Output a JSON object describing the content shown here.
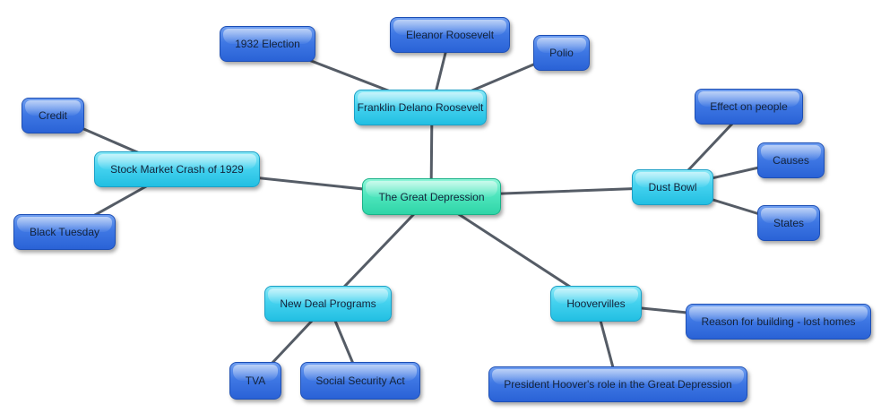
{
  "center": {
    "label": "The Great Depression"
  },
  "branches": {
    "fdr": {
      "label": "Franklin Delano Roosevelt"
    },
    "stock_market": {
      "label": "Stock Market Crash of 1929"
    },
    "dust_bowl": {
      "label": "Dust Bowl"
    },
    "new_deal": {
      "label": "New Deal Programs"
    },
    "hoovervilles": {
      "label": "Hoovervilles"
    }
  },
  "leaves": {
    "election_1932": {
      "label": "1932 Election"
    },
    "eleanor": {
      "label": "Eleanor Roosevelt"
    },
    "polio": {
      "label": "Polio"
    },
    "credit": {
      "label": "Credit"
    },
    "black_tuesday": {
      "label": "Black Tuesday"
    },
    "effect_on_people": {
      "label": "Effect on people"
    },
    "causes": {
      "label": "Causes"
    },
    "states": {
      "label": "States"
    },
    "tva": {
      "label": "TVA"
    },
    "social_security": {
      "label": "Social Security Act"
    },
    "reason_for_building": {
      "label": "Reason for building - lost homes"
    },
    "hoover_role": {
      "label": "President Hoover's role in the Great Depression"
    }
  },
  "colors": {
    "link": "#555c66",
    "center": "#3fe0b5",
    "branch": "#3fcdeb",
    "leaf": "#3a73e0"
  }
}
